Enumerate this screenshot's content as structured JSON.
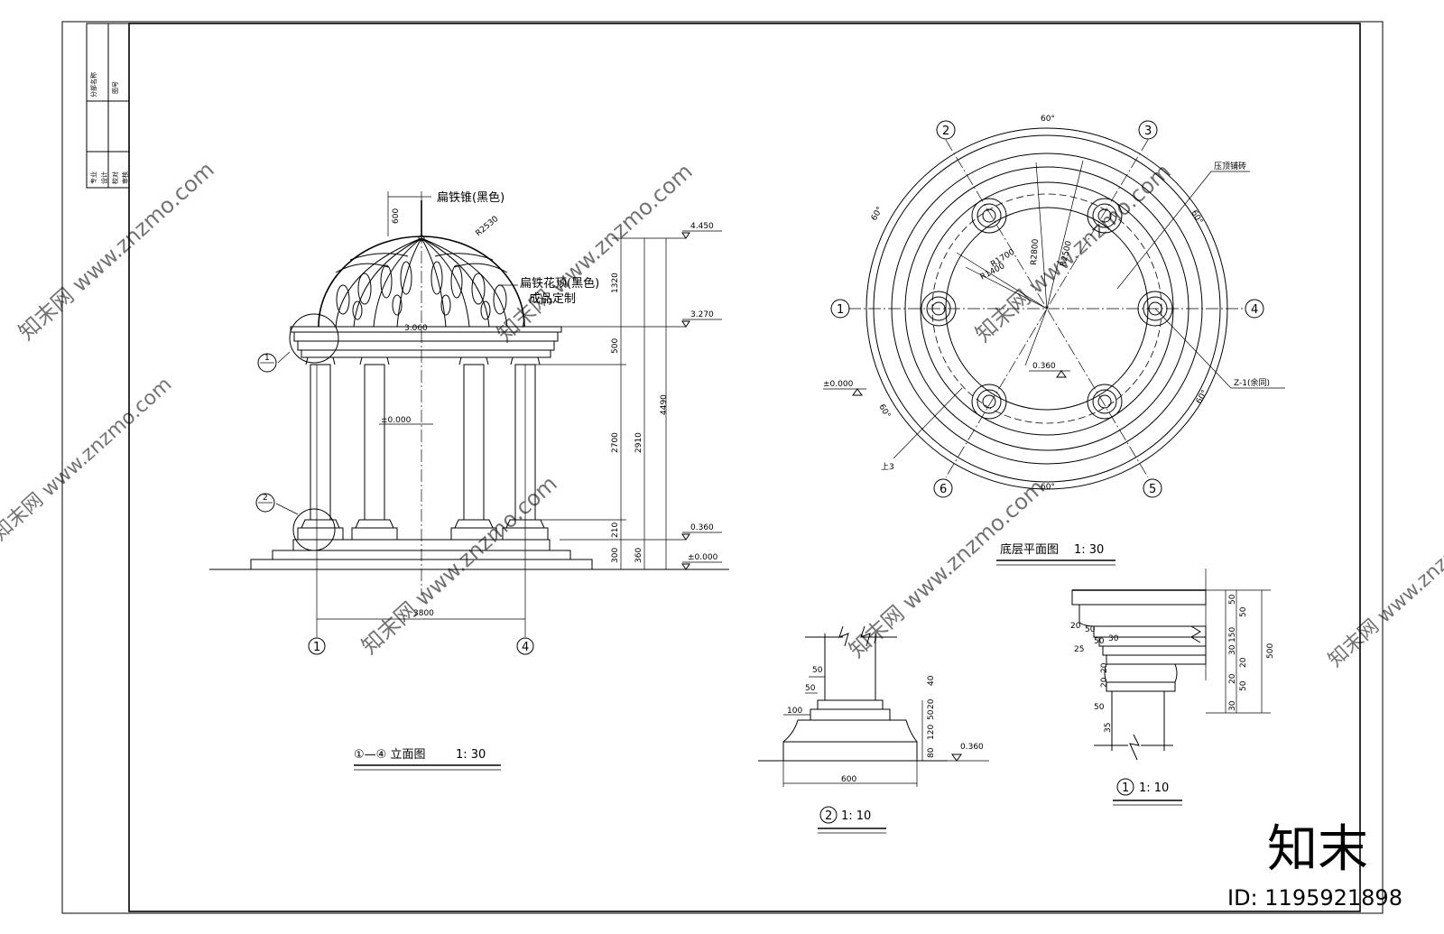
{
  "title_block": [
    "分部名称",
    "图号",
    "专业",
    "设计",
    "校对",
    "审核"
  ],
  "elevation": {
    "title": "①—④ 立面图",
    "scale": "1: 30",
    "finial_label": "扁铁锥(黑色)",
    "dome_label_1": "扁铁花顶(黑色)",
    "dome_label_2": "成品定制",
    "dome_radius": "R2530",
    "finial_height": "600",
    "dims_vertical": [
      "1320",
      "500",
      "2700",
      "210",
      "300",
      "2910",
      "360",
      "4490"
    ],
    "levels": [
      "4.450",
      "3.270",
      "0.360",
      "±0.000"
    ],
    "internal_level": "±0.000",
    "span": "3800",
    "top_rail_label": "3.060",
    "axis_left": "1",
    "axis_right": "4",
    "detail_ref_1": "1",
    "detail_ref_2": "2"
  },
  "plan": {
    "title": "底层平面图",
    "scale": "1: 30",
    "axes": [
      "1",
      "2",
      "3",
      "4",
      "5",
      "6"
    ],
    "angles": [
      "60°",
      "60°",
      "60°",
      "60°",
      "60°",
      "60°"
    ],
    "radii": [
      "R1700",
      "R1400",
      "R2500",
      "R2800"
    ],
    "level_outer": "±0.000",
    "level_inner": "0.360",
    "annotation_top": "压顶铺砖",
    "annotation_col": "Z-1(余同)",
    "annotation_bottom": "上3"
  },
  "detail2": {
    "label": "2",
    "scale": "1: 10",
    "dims": [
      "50",
      "50",
      "100",
      "40",
      "20",
      "50",
      "120",
      "80",
      "600"
    ],
    "level": "0.360"
  },
  "detail1": {
    "label": "1",
    "scale": "1: 10",
    "dims": [
      "50",
      "50",
      "150",
      "30",
      "20",
      "20",
      "50",
      "30",
      "50",
      "20",
      "50",
      "50",
      "30",
      "20",
      "20",
      "35",
      "500",
      "25"
    ]
  },
  "watermarks": [
    "知末网 www.znzmo.com"
  ],
  "brand": {
    "logo": "知末",
    "id": "ID: 1195921898"
  }
}
